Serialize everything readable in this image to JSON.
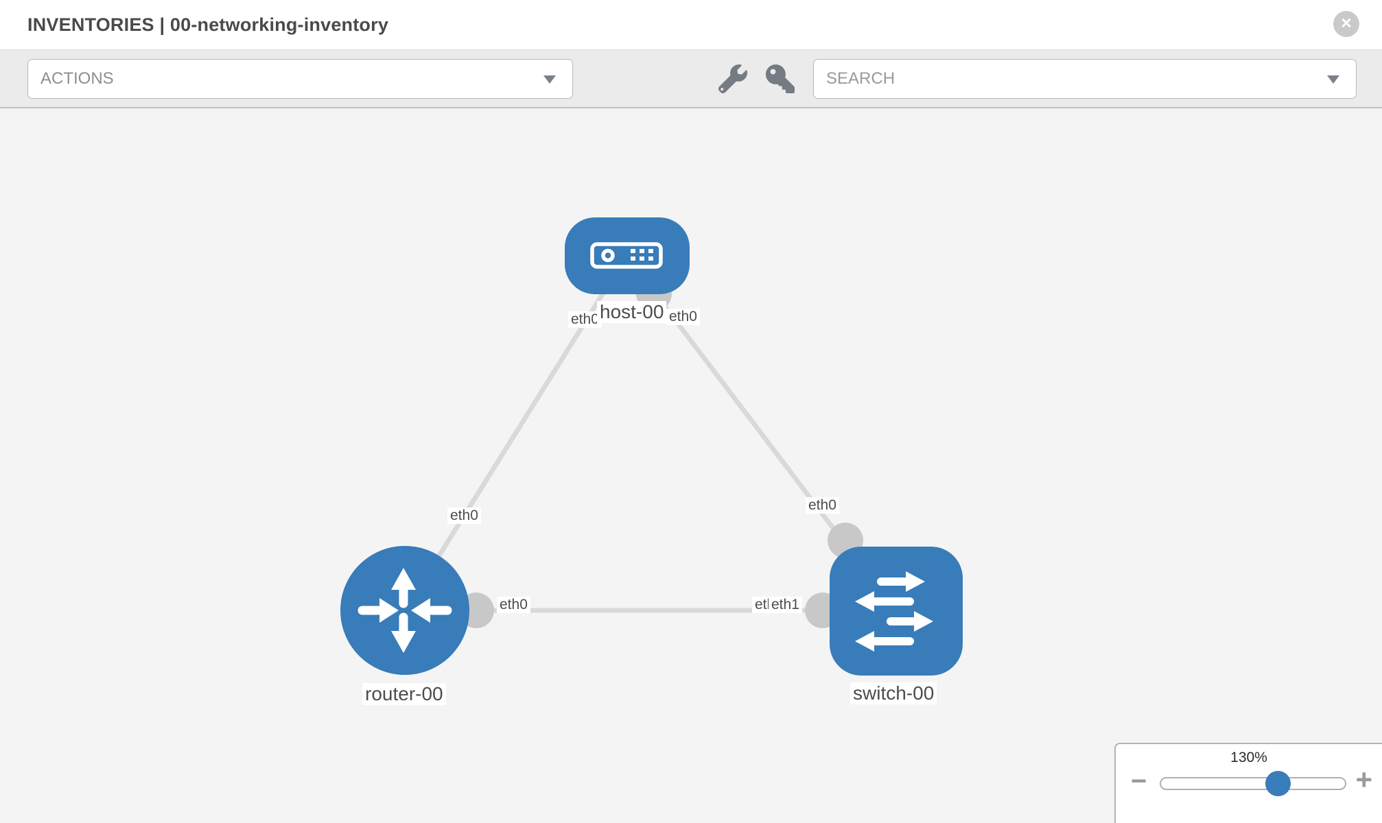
{
  "header": {
    "title": "INVENTORIES | 00-networking-inventory",
    "close_label": "✕"
  },
  "toolbar": {
    "actions_label": "ACTIONS",
    "search_placeholder": "SEARCH"
  },
  "topology": {
    "nodes": [
      {
        "id": "host-00",
        "type": "host",
        "label": "host-00"
      },
      {
        "id": "router-00",
        "type": "router",
        "label": "router-00"
      },
      {
        "id": "switch-00",
        "type": "switch",
        "label": "switch-00"
      }
    ],
    "links": [
      {
        "from": "host-00",
        "from_interface": "eth0",
        "to": "router-00",
        "to_interface": "eth0"
      },
      {
        "from": "host-00",
        "from_interface": "eth0",
        "to": "switch-00",
        "to_interface": "eth0"
      },
      {
        "from": "router-00",
        "from_interface": "eth0",
        "to": "switch-00",
        "to_interface": "eth1"
      }
    ],
    "node_labels": {
      "host": "host-00",
      "router": "router-00",
      "switch": "switch-00"
    },
    "interface_labels": {
      "host_left": "eth0",
      "host_right": "eth0",
      "link_host_router": "eth0",
      "router_right": "eth0",
      "switch_left_back": "eth0",
      "switch_left_front": "eth1",
      "switch_top": "eth0"
    }
  },
  "zoom_control": {
    "level": "130%",
    "zoom_out_label": "−",
    "zoom_in_label": "+"
  },
  "colors": {
    "node_blue": "#387cb9",
    "link_gray": "#d9d9d9",
    "interface_dot_gray": "#c8c8c8",
    "toolbar_bg": "#ebebeb",
    "canvas_bg": "#f4f4f4"
  }
}
